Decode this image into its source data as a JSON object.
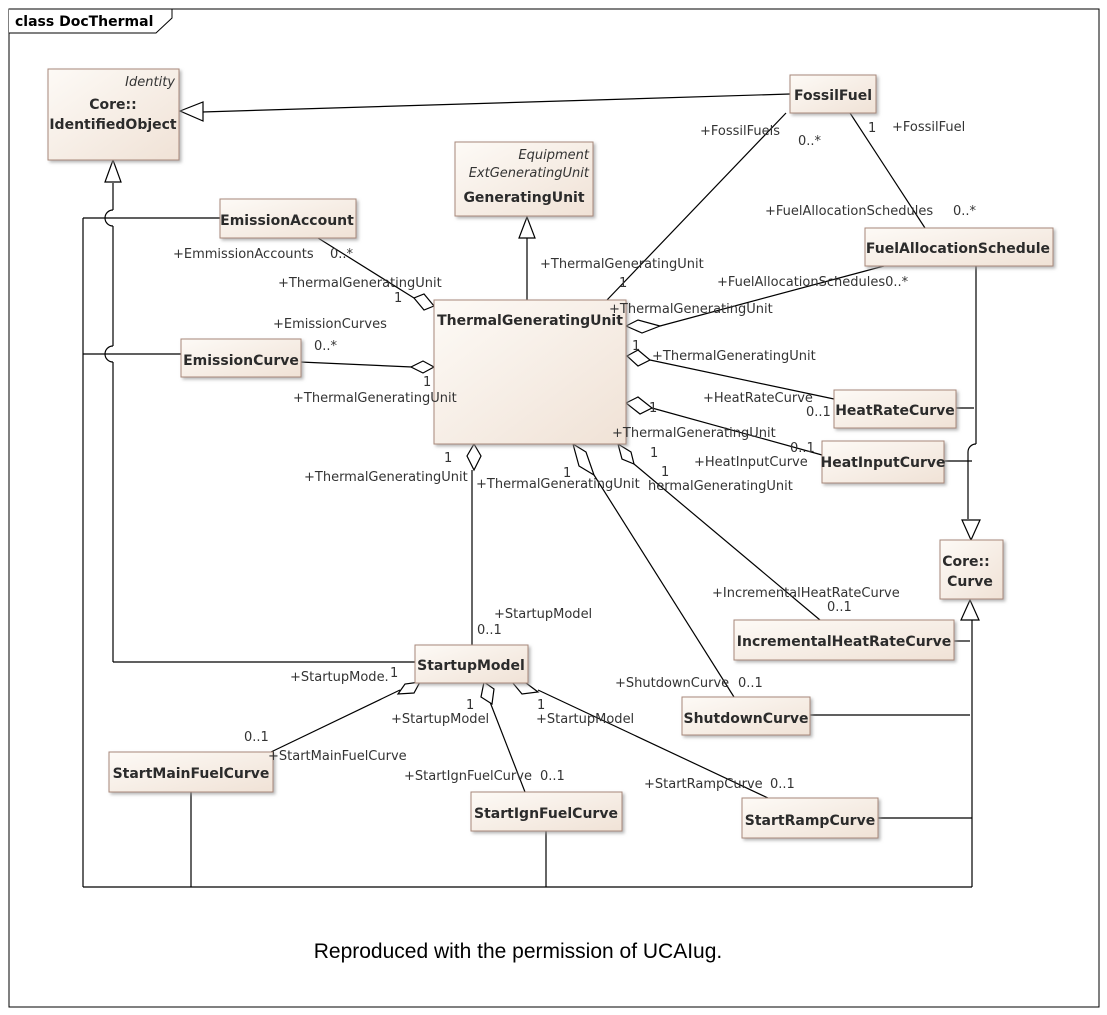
{
  "frame": {
    "label": "class DocThermal"
  },
  "caption": "Reproduced with the permission of UCAIug.",
  "classes": {
    "identified_object": {
      "stereotype": "Identity",
      "line1": "Core::",
      "line2": "IdentifiedObject"
    },
    "fossil_fuel": {
      "name": "FossilFuel"
    },
    "generating_unit": {
      "stereotype1": "Equipment",
      "stereotype2": "ExtGeneratingUnit",
      "name": "GeneratingUnit"
    },
    "emission_account": {
      "name": "EmissionAccount"
    },
    "fuel_allocation_schedule": {
      "name": "FuelAllocationSchedule"
    },
    "thermal_generating_unit": {
      "name": "ThermalGeneratingUnit"
    },
    "emission_curve": {
      "name": "EmissionCurve"
    },
    "heat_rate_curve": {
      "name": "HeatRateCurve"
    },
    "heat_input_curve": {
      "name": "HeatInputCurve"
    },
    "core_curve": {
      "line1": "Core::",
      "line2": "Curve"
    },
    "incremental_heat_rate_curve": {
      "name": "IncrementalHeatRateCurve"
    },
    "startup_model": {
      "name": "StartupModel"
    },
    "shutdown_curve": {
      "name": "ShutdownCurve"
    },
    "start_main_fuel_curve": {
      "name": "StartMainFuelCurve"
    },
    "start_ign_fuel_curve": {
      "name": "StartIgnFuelCurve"
    },
    "start_ramp_curve": {
      "name": "StartRampCurve"
    }
  },
  "labels": {
    "fossil_fuels_role": "+FossilFuels",
    "fossil_fuels_mult": "0..*",
    "fossil_fuel_mult": "1",
    "fossil_fuel_role": "+FossilFuel",
    "fuel_alloc_role": "+FuelAllocationSchedules",
    "fuel_alloc_mult": "0..*",
    "tgu_to_ff_role": "+ThermalGeneratingUnit",
    "tgu_to_ff_mult": "1",
    "fas_on_tgu": "+FuelAllocationSchedules0..*",
    "tgu_fas_role": "+ThermalGeneratingUnit",
    "tgu_fas_mult": "1",
    "emm_accounts_role": "+EmmissionAccounts",
    "emm_accounts_mult": "0..*",
    "tgu_ea_role": "+ThermalGeneratingUnit",
    "tgu_ea_mult": "1",
    "emission_curves_role": "+EmissionCurves",
    "emission_curves_mult": "0..*",
    "tgu_ec_mult": "1",
    "tgu_ec_role": "+ThermalGeneratingUnit",
    "tgu_hrc_mult": "1",
    "tgu_hrc_role": "+ThermalGeneratingUnit",
    "heat_rate_curve_role": "+HeatRateCurve",
    "heat_rate_curve_mult": "0..1",
    "tgu_hic_mult": "1",
    "tgu_hic_role": "+ThermalGeneratingUnit",
    "heat_input_curve_mult": "0..1",
    "heat_input_curve_role": "+HeatInputCurve",
    "tgu_sm_mult": "1",
    "tgu_sm_role": "+ThermalGeneratingUnit",
    "tgu_sd_mult": "1",
    "tgu_sd_role": "+ThermalGeneratingUnit",
    "tgu_ihr_mult": "1",
    "tgu_ihr_role": "hermalGeneratingUnit",
    "ihr_role": "+IncrementalHeatRateCurve",
    "ihr_mult": "0..1",
    "startup_model_role": "+StartupModel",
    "startup_model_mult": "0..1",
    "shutdown_role": "+ShutdownCurve",
    "shutdown_mult": "0..1",
    "sm_smf_role": "+StartupMode.",
    "sm_smf_mult": "1",
    "smf_mult": "0..1",
    "smf_role": "+StartMainFuelCurve",
    "sm_sif_mult": "1",
    "sm_sif_role": "+StartupModel",
    "sif_role": "+StartIgnFuelCurve",
    "sif_mult": "0..1",
    "sm_sr_mult": "1",
    "sm_sr_role": "+StartupModel",
    "sr_role": "+StartRampCurve",
    "sr_mult": "0..1"
  }
}
